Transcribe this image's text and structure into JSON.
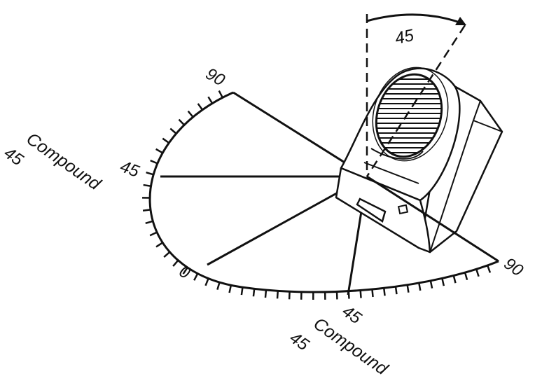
{
  "colors": {
    "ink": "#111111",
    "background": "#ffffff",
    "device_body": "#ffffff"
  },
  "labels": {
    "tilt_angle": "45",
    "scale_upper_end": "90",
    "scale_upper_mid": "45",
    "scale_zero": "0",
    "scale_lower_mid": "45",
    "scale_right_end": "90",
    "compound_left_word": "Compound",
    "compound_left_value": "45",
    "compound_bottom_word": "Compound",
    "compound_bottom_value": "45"
  },
  "icons": {
    "device": "motion-sensor-icon",
    "lens": "sensor-lens-icon",
    "tilt_arrow": "curved-arrow-icon"
  }
}
